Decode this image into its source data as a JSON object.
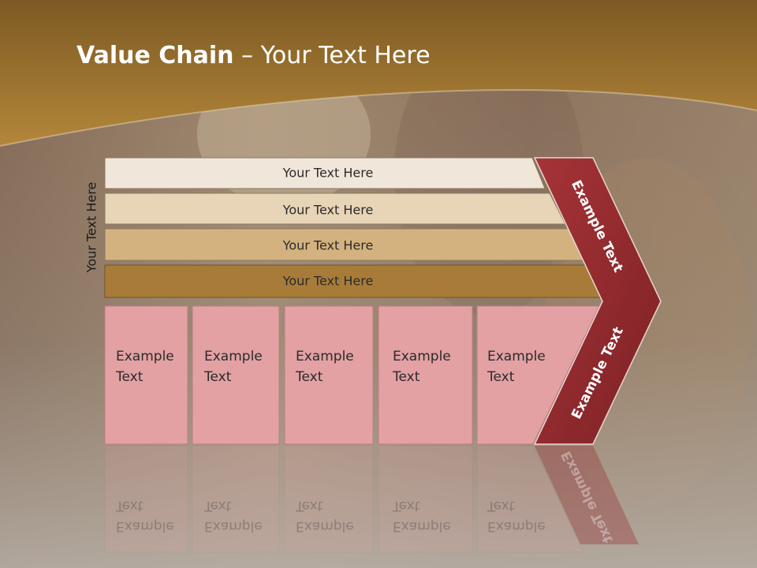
{
  "slide": {
    "title_bold": "Value Chain",
    "title_rest": " – Your Text Here"
  },
  "side_label": "Your Text Here",
  "bars": [
    {
      "label": "Your Text Here",
      "color": "#f1e6da"
    },
    {
      "label": "Your Text Here",
      "color": "#e8d4b6"
    },
    {
      "label": "Your Text Here",
      "color": "#d4b27f"
    },
    {
      "label": "Your Text Here",
      "color": "#a87c38"
    }
  ],
  "boxes": [
    {
      "line1": "Example",
      "line2": "Text"
    },
    {
      "line1": "Example",
      "line2": "Text"
    },
    {
      "line1": "Example",
      "line2": "Text"
    },
    {
      "line1": "Example",
      "line2": "Text"
    },
    {
      "line1": "Example",
      "line2": "Text"
    }
  ],
  "chevron": {
    "upper_label": "Example Text",
    "lower_label": "Example Text",
    "color": "#962c30"
  },
  "colors": {
    "header": "#a07428",
    "box_fill": "#e3a1a3",
    "box_border": "#b97e80"
  }
}
